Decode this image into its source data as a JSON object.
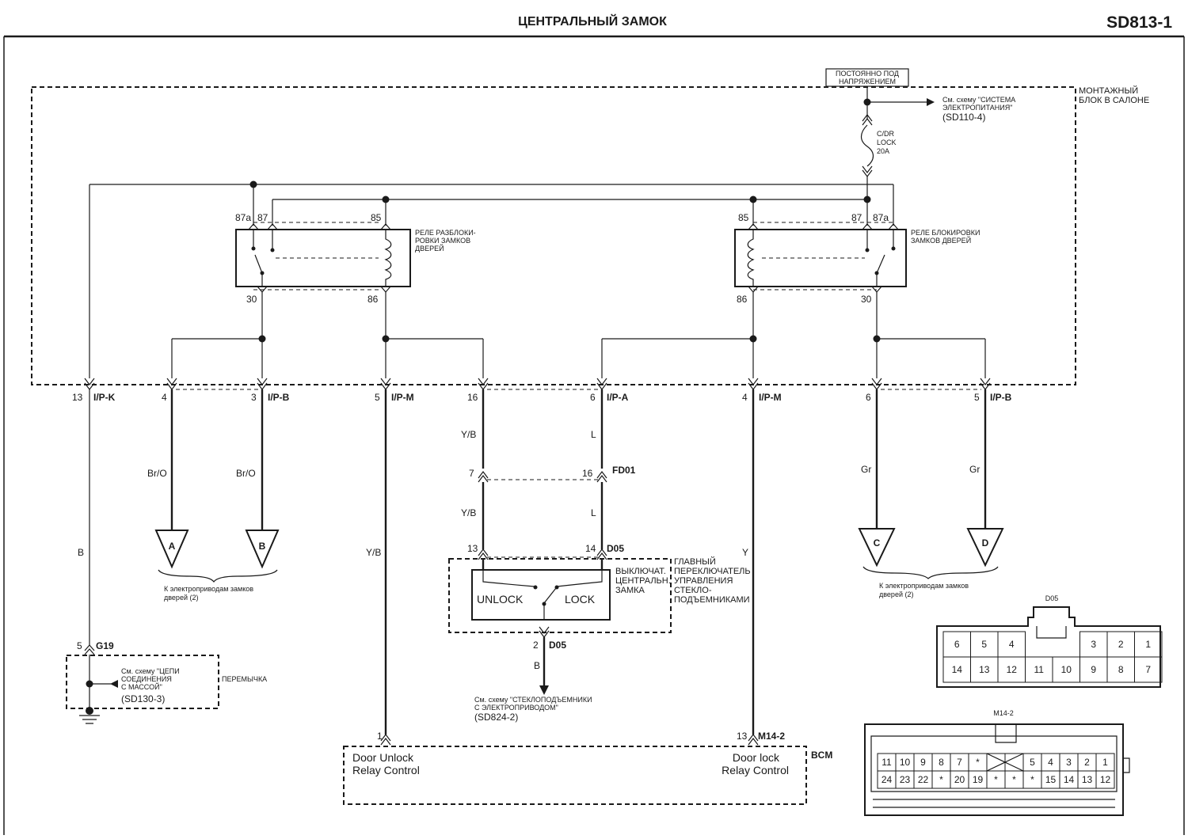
{
  "header": {
    "title": "ЦЕНТРАЛЬНЫЙ ЗАМОК",
    "code": "SD813-1"
  },
  "power": {
    "hot_at_all_times": [
      "ПОСТОЯННО ПОД",
      "НАПРЯЖЕНИЕМ"
    ],
    "see_power_ref": [
      "См. схему \"СИСТЕМА",
      "ЭЛЕКТРОПИТАНИЯ\"",
      "(SD110-4)"
    ],
    "junction_box": [
      "МОНТАЖНЫЙ",
      "БЛОК В САЛОНЕ"
    ],
    "fuse": [
      "C/DR",
      "LOCK",
      "20A"
    ]
  },
  "relays": {
    "unlock": {
      "label": [
        "РЕЛЕ РАЗБЛОКИ-",
        "РОВКИ ЗАМКОВ",
        "ДВЕРЕЙ"
      ],
      "pins": [
        "87a",
        "87",
        "85",
        "30",
        "86"
      ]
    },
    "lock": {
      "label": [
        "РЕЛЕ БЛОКИРОВКИ",
        "ЗАМКОВ ДВЕРЕЙ"
      ],
      "pins": [
        "85",
        "87",
        "87a",
        "86",
        "30"
      ]
    }
  },
  "connectors": [
    {
      "pin": "13",
      "name": "I/P-K"
    },
    {
      "pin": "4",
      "name": ""
    },
    {
      "pin": "3",
      "name": "I/P-B"
    },
    {
      "pin": "5",
      "name": "I/P-M"
    },
    {
      "pin": "16",
      "name": ""
    },
    {
      "pin": "6",
      "name": "I/P-A"
    },
    {
      "pin": "4",
      "name": "I/P-M"
    },
    {
      "pin": "6",
      "name": ""
    },
    {
      "pin": "5",
      "name": "I/P-B"
    }
  ],
  "wires": {
    "BrO": "Br/O",
    "YB": "Y/B",
    "L": "L",
    "Y": "Y",
    "Gr": "Gr",
    "B": "B"
  },
  "fd01": {
    "pin_left": "7",
    "pin_right": "16",
    "name": "FD01"
  },
  "d05": {
    "pin_left": "13",
    "pin_right": "14",
    "name": "D05",
    "pin_bottom": "2"
  },
  "actuators": {
    "A": "A",
    "B": "B",
    "C": "C",
    "D": "D",
    "note": [
      "К электроприводам замков",
      "дверей (2)"
    ]
  },
  "switch": {
    "title": [
      "ВЫКЛЮЧАТ.",
      "ЦЕНТРАЛЬН.",
      "ЗАМКА"
    ],
    "master": [
      "ГЛАВНЫЙ",
      "ПЕРЕКЛЮЧАТЕЛЬ",
      "УПРАВЛЕНИЯ",
      "СТЕКЛО-",
      "ПОДЪЕМНИКАМИ"
    ],
    "unlock": "UNLOCK",
    "lock": "LOCK"
  },
  "window_ref": [
    "См. схему \"СТЕКЛОПОДЪЕМНИКИ",
    "С ЭЛЕКТРОПРИВОДОМ\"",
    "(SD824-2)"
  ],
  "ground": {
    "pin": "5",
    "name": "G19",
    "ref": [
      "См. схему \"ЦЕПИ",
      "СОЕДИНЕНИЯ",
      "С МАССОЙ\"",
      "(SD130-3)"
    ],
    "jumper": "ПЕРЕМЫЧКА"
  },
  "bcm": {
    "name": "BCM",
    "connector": "M14-2",
    "pin_unlock": "1",
    "pin_lock": "13",
    "unlock_label": [
      "Door Unlock",
      "Relay Control"
    ],
    "lock_label": [
      "Door lock",
      "Relay Control"
    ]
  },
  "d05_face": {
    "title": "D05",
    "top": [
      "6",
      "5",
      "4",
      "",
      "",
      "3",
      "2",
      "1"
    ],
    "bottom": [
      "14",
      "13",
      "12",
      "11",
      "10",
      "9",
      "8",
      "7"
    ]
  },
  "m14_face": {
    "title": "M14-2",
    "top": [
      "11",
      "10",
      "9",
      "8",
      "7",
      "*",
      "",
      "",
      "5",
      "4",
      "3",
      "2",
      "1"
    ],
    "bottom": [
      "24",
      "23",
      "22",
      "*",
      "20",
      "19",
      "*",
      "*",
      "*",
      "15",
      "14",
      "13",
      "12"
    ]
  }
}
